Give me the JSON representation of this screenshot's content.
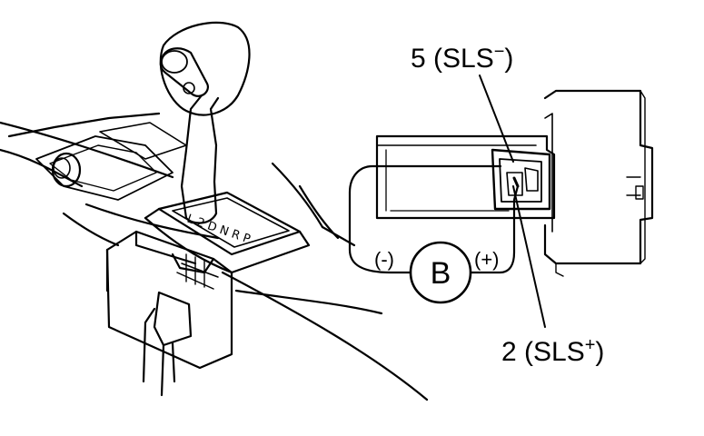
{
  "labels": {
    "pin5_main": "5 (SLS",
    "pin5_sup": "−",
    "pin5_close": ")",
    "pin2_main": "2 (SLS",
    "pin2_sup": "+",
    "pin2_close": ")",
    "battery": "B",
    "neg": "(-)",
    "pos": "(+)",
    "gate_letters": "L 2 D N R P"
  },
  "colors": {
    "ink": "#000000",
    "paper": "#ffffff"
  }
}
